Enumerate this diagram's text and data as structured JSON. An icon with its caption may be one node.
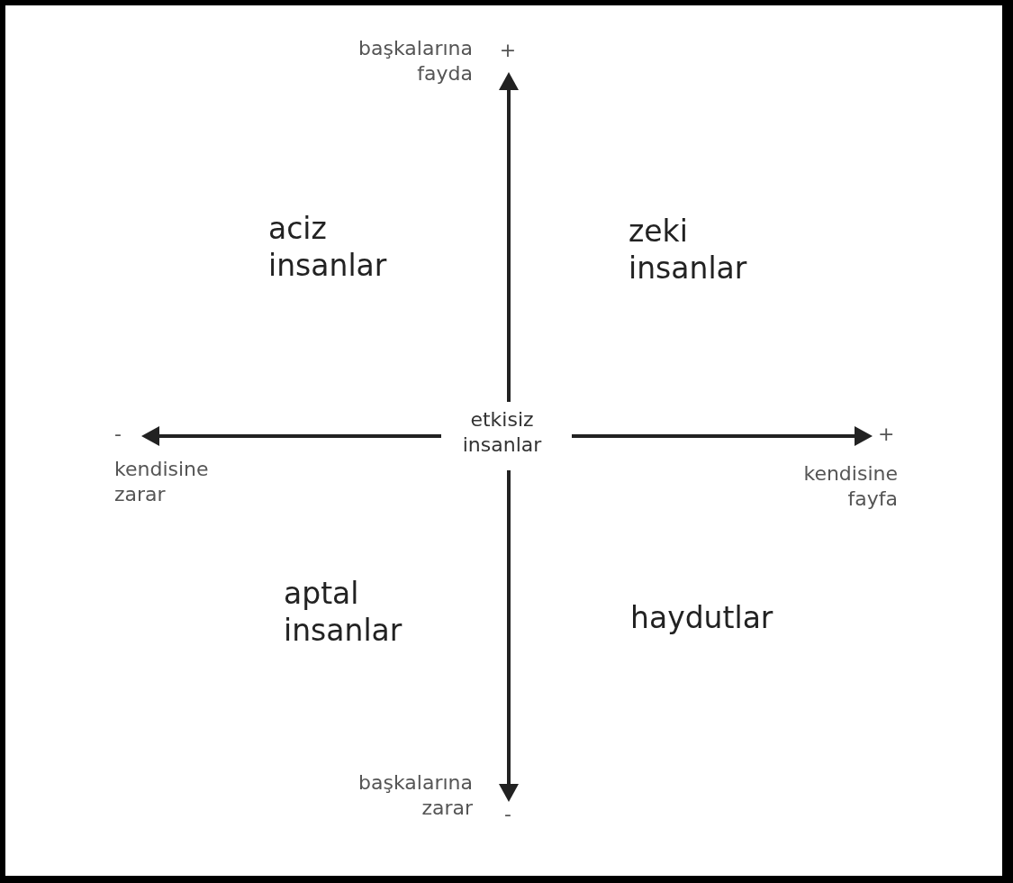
{
  "diagram": {
    "labels": [
      "başkalarına fayda",
      "+",
      "aciz insanlar",
      "zeki insanlar",
      "-",
      "etkisiz insanlar",
      "+",
      "kendisine zarar",
      "kendisine fayfa",
      "aptal insanlar",
      "haydutlar",
      "başkalarına zarar",
      "-"
    ]
  }
}
